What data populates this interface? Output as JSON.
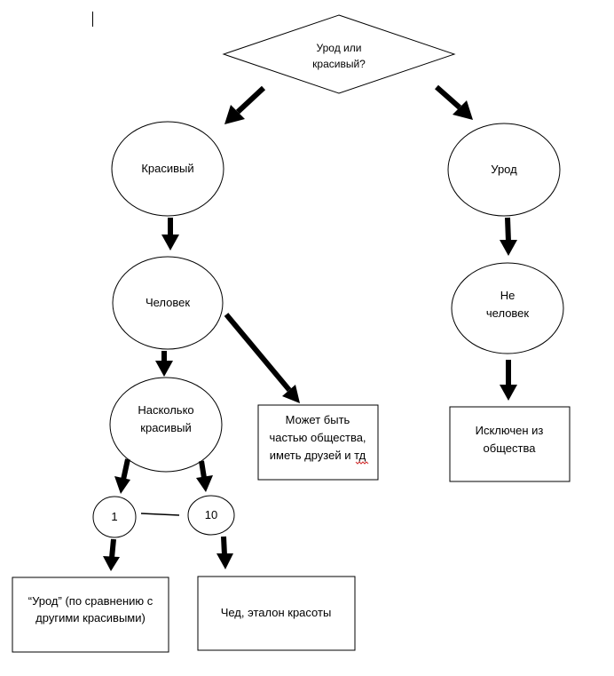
{
  "decision": {
    "line1": "Урод или",
    "line2": "красивый?"
  },
  "beautiful": {
    "label": "Красивый"
  },
  "ugly": {
    "label": "Урод"
  },
  "human": {
    "label": "Человек"
  },
  "not_human": {
    "line1": "Не",
    "line2": "человек"
  },
  "how_beautiful": {
    "line1": "Насколько",
    "line2": "красивый"
  },
  "society_member": {
    "line1": "Может быть",
    "line2": "частью общества,",
    "line3": "иметь друзей и тд"
  },
  "excluded": {
    "line1": "Исключен из",
    "line2": "общества"
  },
  "scale_min": {
    "label": "1"
  },
  "scale_max": {
    "label": "10"
  },
  "result_min": {
    "line1": "“Урод” (по сравнению с",
    "line2": "другими красивыми)"
  },
  "result_max": {
    "label": "Чед, эталон красоты"
  }
}
